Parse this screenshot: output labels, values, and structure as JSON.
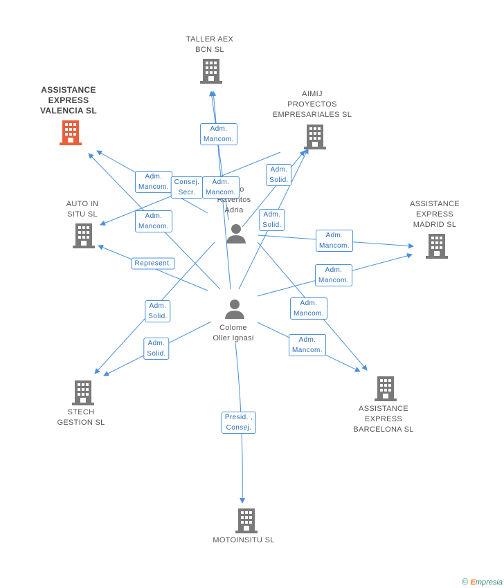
{
  "colors": {
    "edge": "#4a90d9",
    "building": "#7a7a7a",
    "building_focus": "#e8603c",
    "person": "#7a7a7a"
  },
  "nodes": [
    {
      "id": "taller",
      "type": "company",
      "label": "TALLER AEX\nBCN  SL"
    },
    {
      "id": "aimij",
      "type": "company",
      "label": "AIMIJ\nPROYECTOS\nEMPRESARIALES SL"
    },
    {
      "id": "valencia",
      "type": "company",
      "focus": true,
      "label": "ASSISTANCE\nEXPRESS\nVALENCIA SL"
    },
    {
      "id": "auto",
      "type": "company",
      "label": "AUTO IN\nSITU SL"
    },
    {
      "id": "madrid",
      "type": "company",
      "label": "ASSISTANCE\nEXPRESS\nMADRID SL"
    },
    {
      "id": "stech",
      "type": "company",
      "label": "STECH\nGESTION SL"
    },
    {
      "id": "barcelona",
      "type": "company",
      "label": "ASSISTANCE\nEXPRESS\nBARCELONA SL"
    },
    {
      "id": "moto",
      "type": "company",
      "label": "MOTOINSITU  SL"
    },
    {
      "id": "diego",
      "type": "person",
      "label": "...ego\nRaventos\nAdria"
    },
    {
      "id": "colome",
      "type": "person",
      "label": "Colome\nOller Ignasi"
    }
  ],
  "edge_labels": [
    {
      "id": "e1",
      "text": "Adm.\nMancom."
    },
    {
      "id": "e2",
      "text": "Adm.\nMancom."
    },
    {
      "id": "e3",
      "text": "Consej.\nSecr."
    },
    {
      "id": "e4",
      "text": "Adm.\nMancom."
    },
    {
      "id": "e5",
      "text": "Adm.\nSolid."
    },
    {
      "id": "e6",
      "text": "Adm.\nMancom."
    },
    {
      "id": "e7",
      "text": "Adm.\nSolid."
    },
    {
      "id": "e8",
      "text": "Adm.\nMancom."
    },
    {
      "id": "e9",
      "text": "Represent."
    },
    {
      "id": "e10",
      "text": "Adm.\nMancom."
    },
    {
      "id": "e11",
      "text": "Adm.\nSolid."
    },
    {
      "id": "e12",
      "text": "Adm.\nMancom."
    },
    {
      "id": "e13",
      "text": "Adm.\nSolid."
    },
    {
      "id": "e14",
      "text": "Adm.\nMancom."
    },
    {
      "id": "e15",
      "text": "Presid. ,\nConsej."
    }
  ],
  "footer": {
    "copyright": "©",
    "brand_first": "E",
    "brand_rest": "mpresia"
  }
}
